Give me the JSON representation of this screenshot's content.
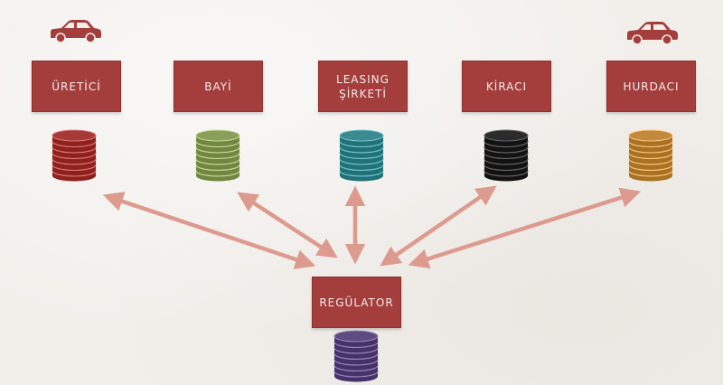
{
  "nodes": {
    "uretici": "ÜRETİCİ",
    "bayi": "BAYİ",
    "leasing": "LEASING\nŞİRKETİ",
    "kiraci": "KİRACI",
    "hurdaci": "HURDACI",
    "regulator": "REGÜLATOR"
  },
  "icons": {
    "car": "car-icon",
    "database": "database-stack-icon"
  },
  "colors": {
    "box": "#a33e3c",
    "arrow": "#dd9b8f",
    "car": "#a33e3c",
    "db_uretici": "#a63a37",
    "db_bayi": "#8aa05a",
    "db_leasing": "#3a8a92",
    "db_kiraci": "#2b2b2b",
    "db_hurdaci": "#c18a3d",
    "db_regulator": "#5e4b82"
  }
}
